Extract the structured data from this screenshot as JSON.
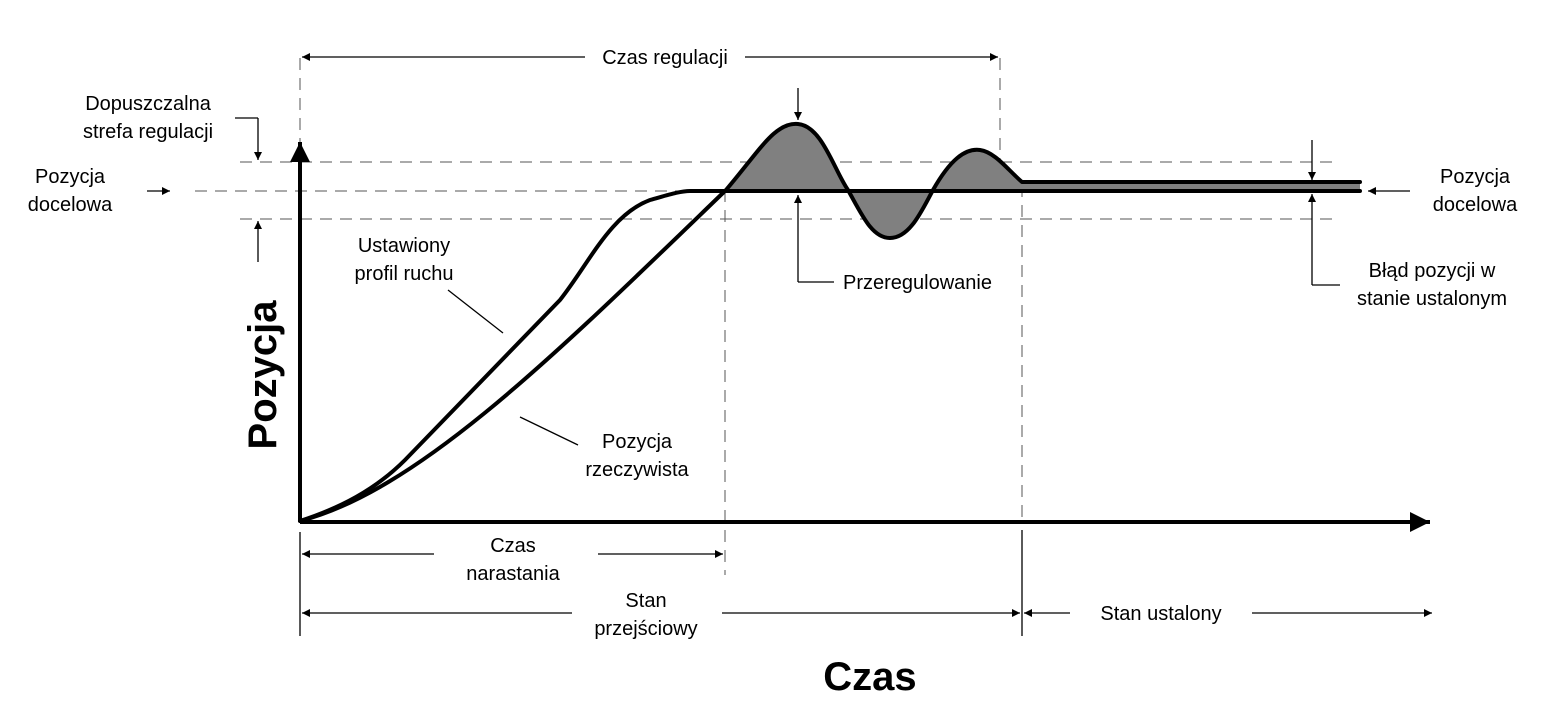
{
  "colors": {
    "line": "#000000",
    "guide_dash": "#555555",
    "shaded_error_area": "#808080",
    "background": "#ffffff"
  },
  "axes": {
    "y_label": "Pozycja",
    "x_label": "Czas"
  },
  "labels": {
    "settling_time": "Czas regulacji",
    "tolerance_band_line1": "Dopuszczalna",
    "tolerance_band_line2": "strefa regulacji",
    "target_left_line1": "Pozycja",
    "target_left_line2": "docelowa",
    "target_right_line1": "Pozycja",
    "target_right_line2": "docelowa",
    "set_profile_line1": "Ustawiony",
    "set_profile_line2": "profil ruchu",
    "actual_position_line1": "Pozycja",
    "actual_position_line2": "rzeczywista",
    "overshoot": "Przeregulowanie",
    "steady_error_line1": "Błąd pozycji w",
    "steady_error_line2": "stanie ustalonym",
    "rise_time_line1": "Czas",
    "rise_time_line2": "narastania",
    "transient_line1": "Stan",
    "transient_line2": "przejściowy",
    "steady_state": "Stan ustalony"
  }
}
